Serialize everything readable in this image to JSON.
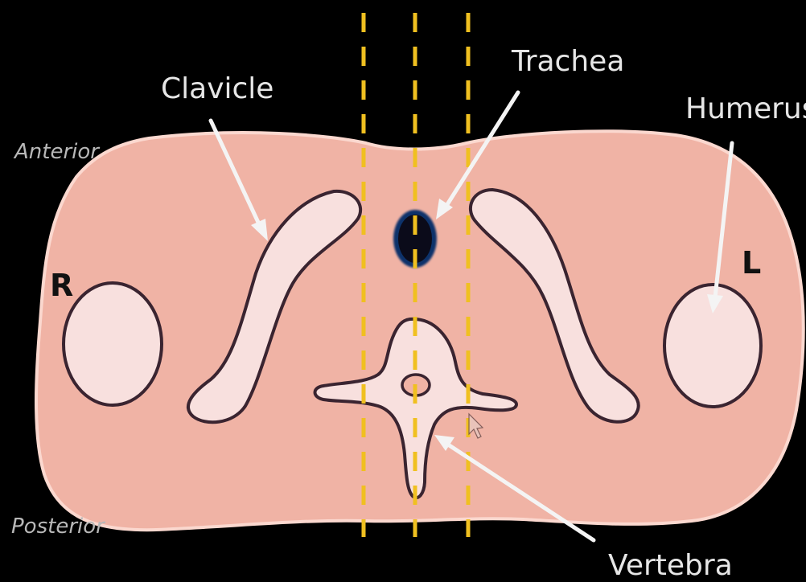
{
  "labels": {
    "clavicle": "Clavicle",
    "trachea": "Trachea",
    "humerus": "Humerus",
    "vertebra": "Vertebra",
    "anterior": "Anterior",
    "posterior": "Posterior",
    "right": "R",
    "left": "L"
  },
  "colors": {
    "background": "#000000",
    "body": "#f0b3a5",
    "body_outline": "#fbd8cf",
    "bone_fill": "#f8e0de",
    "bone_outline": "#3a2430",
    "trachea": "#0b0b1a",
    "trachea_ring": "#10306a",
    "guide_lines": "#f0c020",
    "arrows": "#f4f4f4",
    "label_text": "#e6e6e6",
    "side_text": "#b8b8b8"
  },
  "guide_lines": {
    "count": 3,
    "style": "dashed"
  }
}
